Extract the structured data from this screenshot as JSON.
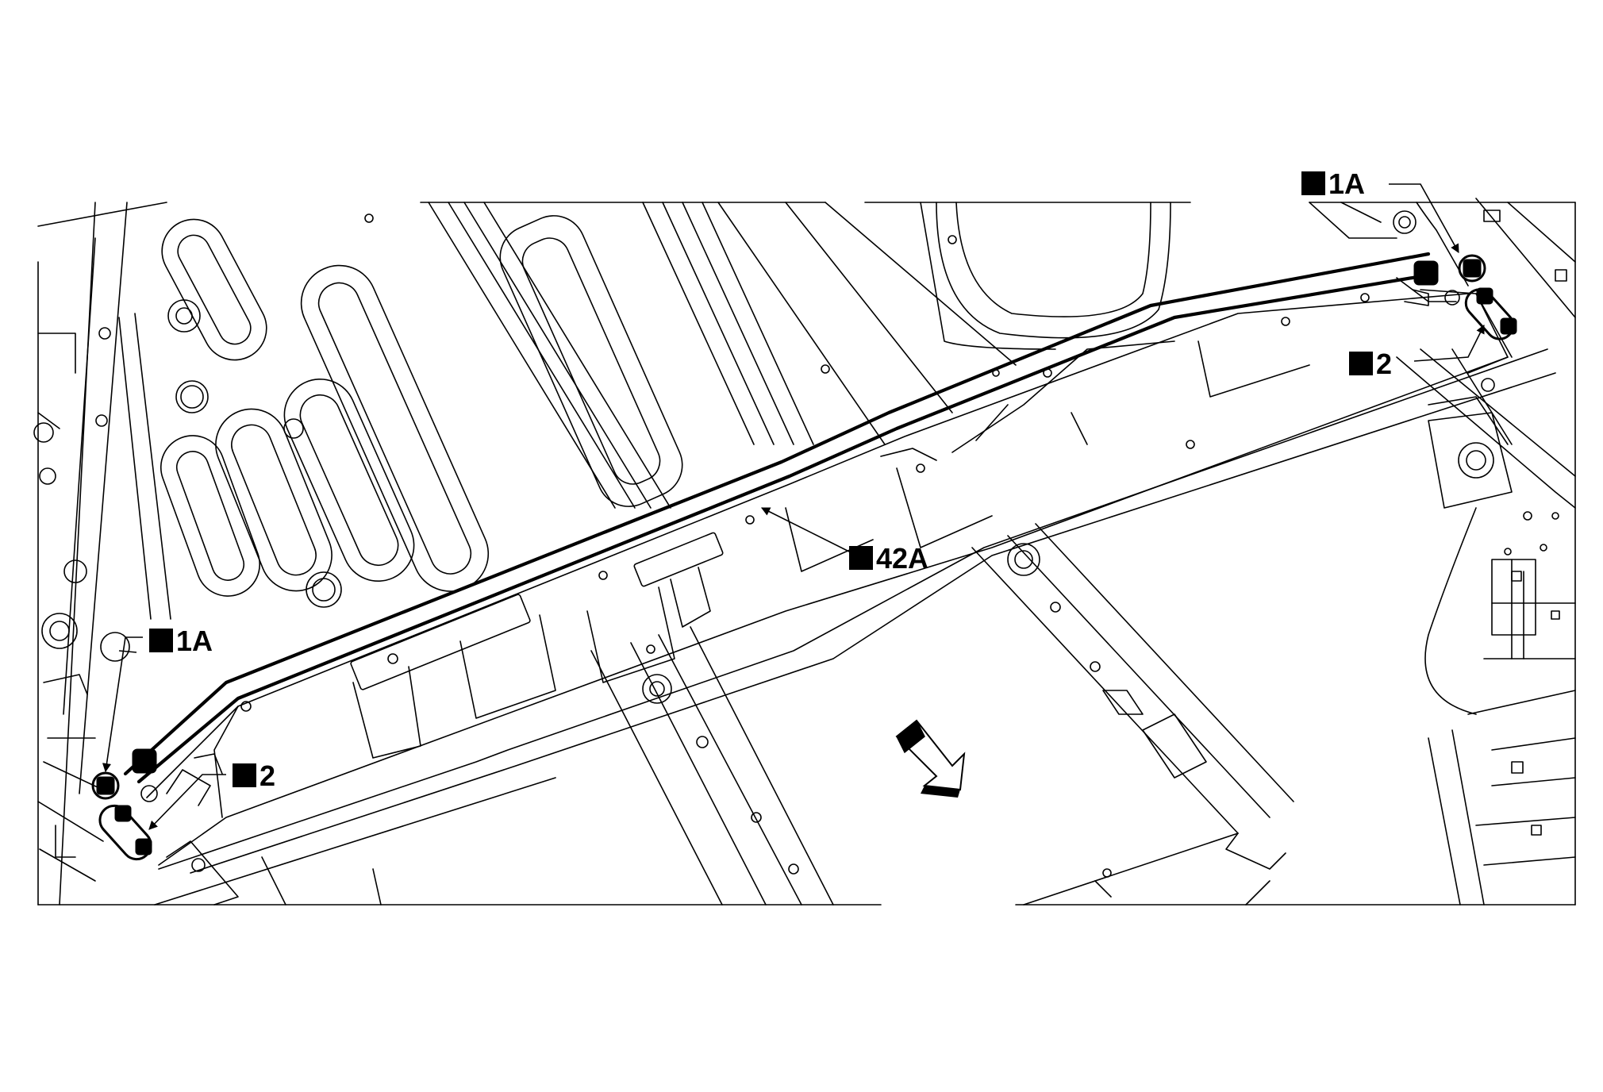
{
  "diagram": {
    "callouts": [
      {
        "id": "callout-1a-top-right",
        "code": "1A"
      },
      {
        "id": "callout-2-right",
        "code": "2"
      },
      {
        "id": "callout-42a-center",
        "code": "42A"
      },
      {
        "id": "callout-1a-left",
        "code": "1A"
      },
      {
        "id": "callout-2-left",
        "code": "2"
      }
    ],
    "ink_color": "#000000",
    "background_color": "#ffffff"
  }
}
